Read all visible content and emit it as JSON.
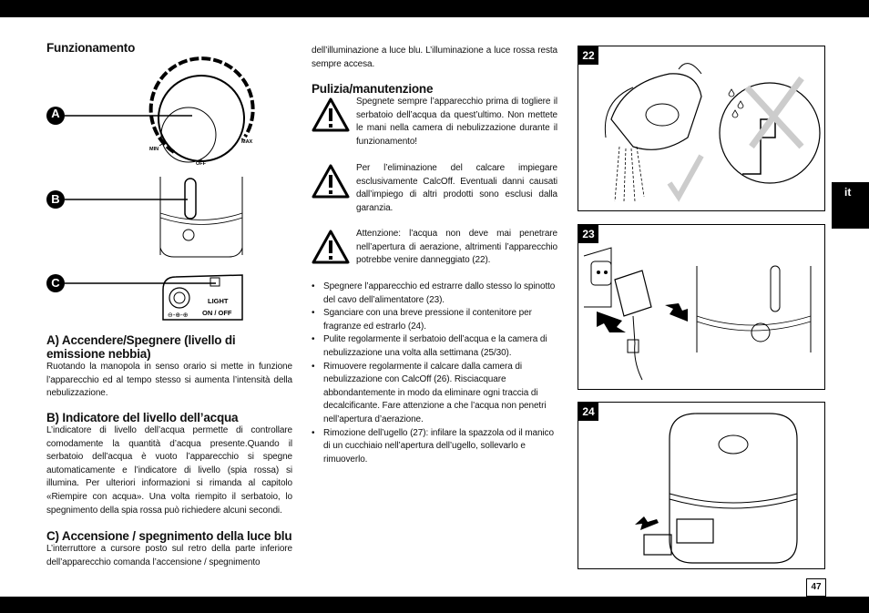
{
  "header": {},
  "language_tab": "it",
  "page_number": "47",
  "column1": {
    "heading_funzionamento": "Funzionamento",
    "labels": {
      "A": "A",
      "B": "B",
      "C": "C"
    },
    "dial": {
      "min": "MIN",
      "off": "OFF",
      "max": "MAX"
    },
    "switch": {
      "light": "LIGHT",
      "onoff": "ON / OFF"
    },
    "section_a_title_line1": "A) Accendere/Spegnere (livello di",
    "section_a_title_line2": "emissione nebbia)",
    "section_a_text": "Ruotando la manopola in senso orario si mette in funzione l’apparecchio ed al tempo stesso si aumenta l’intensità della nebulizzazione.",
    "section_b_title": "B) Indicatore del livello dell’acqua",
    "section_b_text": "L’indicatore di livello dell’acqua permette di controllare comodamente la quantità d’acqua presente.Quando il serbatoio dell’acqua è vuoto l’apparecchio si spegne automaticamente e l’indicatore di livello (spia rossa) si illumina. Per ulteriori informazioni si rimanda al capitolo «Riempire con acqua». Una volta riempito il serbatoio, lo spegnimento della spia rossa può richiedere alcuni secondi.",
    "section_c_title": "C) Accensione / spegnimento della luce blu",
    "section_c_text": "L’interruttore a cursore posto sul retro della parte inferiore dell’apparecchio comanda l’accensione / spegnimento"
  },
  "column2": {
    "continuation_text": "dell’illuminazione a luce blu. L’illuminazione a luce rossa resta sempre accesa.",
    "heading_pulizia": "Pulizia/manutenzione",
    "warnings": [
      "Spegnete sempre l’apparecchio prima di togliere il serbatoio dell’acqua da quest’ultimo. Non mettete le mani nella camera di nebulizzazione durante il funzionamento!",
      "Per l’eliminazione del calcare impiegare esclusivamente CalcOff. Eventuali danni causati dall’impiego di altri prodotti sono esclusi dalla garanzia.",
      "Attenzione: l’acqua non deve mai penetrare nell’apertura di aerazione, altrimenti l’apparecchio potrebbe venire danneggiato (22)."
    ],
    "bullets": [
      "Spegnere l’apparecchio ed estrarre dallo stesso lo spinotto del cavo dell’alimentatore (23).",
      "Sganciare con una breve pressione il contenitore per fragranze ed estrarlo (24).",
      "Pulite regolarmente il serbatoio dell’acqua e la camera di nebulizzazione una volta alla settimana (25/30).",
      "Rimuovere regolarmente il calcare dalla camera di nebulizzazione con CalcOff (26). Risciacquare abbondantemente in modo da eliminare ogni traccia di decalcificante. Fare attenzione a che l’acqua non penetri nell’apertura d’aerazione.",
      "Rimozione dell’ugello (27): infilare la spazzola od il manico di un cucchiaio nell’apertura dell’ugello, sollevarlo e rimuoverlo."
    ]
  },
  "figures": [
    {
      "number": "22"
    },
    {
      "number": "23"
    },
    {
      "number": "24"
    }
  ]
}
